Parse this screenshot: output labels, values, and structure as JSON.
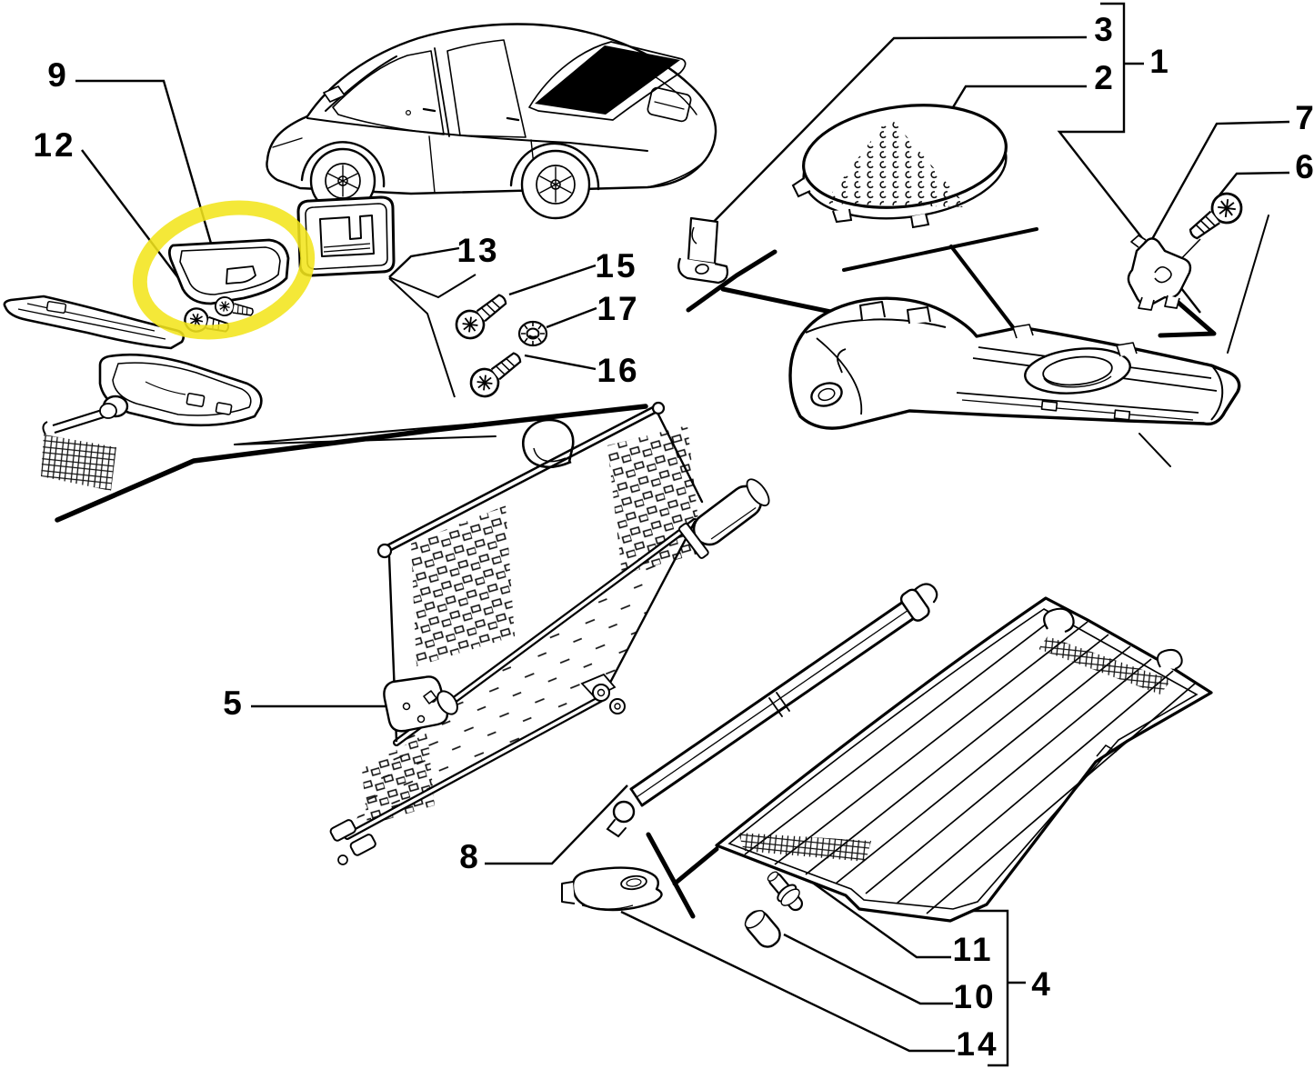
{
  "diagram": {
    "type": "exploded-parts-diagram",
    "subject": "car rear parcel shelf, speaker cover and luggage compartment components",
    "style": {
      "line_color": "#000000",
      "background": "#FFFFFF"
    },
    "highlight": {
      "color": "#F3E51C",
      "applies_to_callout": "9"
    },
    "callouts": {
      "c1": "1",
      "c2": "2",
      "c3": "3",
      "c4": "4",
      "c5": "5",
      "c6": "6",
      "c7": "7",
      "c8": "8",
      "c9": "9",
      "c10": "10",
      "c11": "11",
      "c12": "12",
      "c13": "13",
      "c14": "14",
      "c15": "15",
      "c16": "16",
      "c17": "17"
    }
  }
}
